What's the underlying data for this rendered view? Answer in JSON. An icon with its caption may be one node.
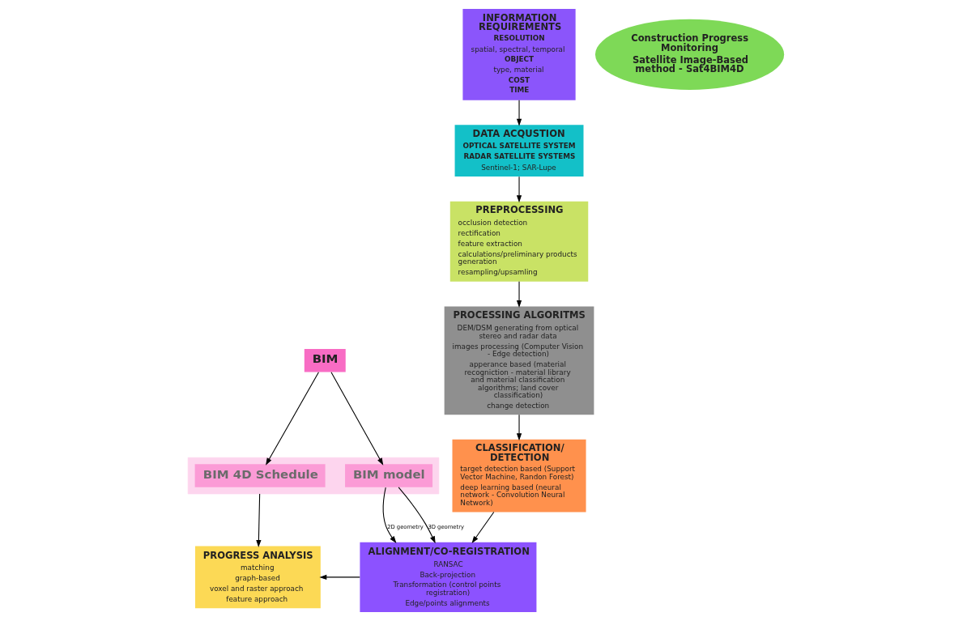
{
  "diagram": {
    "nodes": [
      {
        "text": [
          "BIM"
        ]
      },
      {
        "text": [],
        "shape": "box"
      },
      {
        "text": [
          "BIM 4D Schedule"
        ],
        "in": 1
      },
      {
        "text": [
          "BIM model"
        ],
        "in": 1
      },
      {
        "text": [
          "INFORMATION REQUIREMENTS",
          "RESOLUTION",
          "spatial, spectral, temporal",
          "OBJECT",
          "type, material",
          "COST",
          "TIME"
        ]
      },
      {
        "text": [
          "DATA ACQUSTION",
          "OPTICAL SATELLITE SYSTEM",
          "RADAR SATELLITE SYSTEMS",
          "Sentinel-1; SAR-Lupe"
        ]
      },
      {
        "text": [
          "PROGRESS ANALYSIS",
          "matching",
          "graph-based",
          "voxel and raster approach",
          "feature approach"
        ]
      },
      {
        "text": [
          "Construction Progress Monitoring",
          "Satellite Image-Based method - Sat4BIM4D"
        ]
      },
      {
        "text": [
          "PREPROCESSING",
          "occlusion detection",
          "rectification",
          "feature extraction",
          "calculations/preliminary products generation",
          "resampling/upsamling"
        ]
      },
      {
        "text": [
          "PROCESSING ALGORITMS",
          "DEM/DSM generating from optical stereo and radar data",
          "images processing (Computer Vision - Edge detection)",
          "apperance based (material recogniction - material library and material classification algorithms; land cover classification)",
          "change detection"
        ]
      },
      {
        "text": [
          "CLASSIFICATION/ DETECTION",
          "target detection based (Support Vector Machine, Randon Forest)",
          "deep learning based (neural network - Convolution Neural Network)"
        ]
      },
      {
        "text": [
          "ALIGNMENT/CO-REGISTRATION",
          "RANSAC",
          "Back-projection",
          "Transformation (control points registration)",
          "Edge/points alignments"
        ]
      }
    ],
    "edges": [
      {
        "from": 0,
        "to": 2,
        "arrow": "to"
      },
      {
        "from": 0,
        "to": 3,
        "arrow": "to"
      },
      {
        "from": 1,
        "to": 6,
        "arrow": "to"
      },
      {
        "from": 3,
        "to": 11,
        "arrow": "to",
        "label": "2D geometry"
      },
      {
        "from": 3,
        "to": 11,
        "arrow": "to",
        "label": "3D geometry"
      },
      {
        "from": 11,
        "to": 6,
        "arrow": "to"
      },
      {
        "from": 4,
        "to": 5,
        "arrow": "to"
      },
      {
        "from": 5,
        "to": 8,
        "arrow": "to"
      },
      {
        "from": 8,
        "to": 9,
        "arrow": "to"
      },
      {
        "from": 9,
        "to": 10,
        "arrow": "to"
      },
      {
        "from": 10,
        "to": 11,
        "arrow": "to"
      }
    ]
  }
}
